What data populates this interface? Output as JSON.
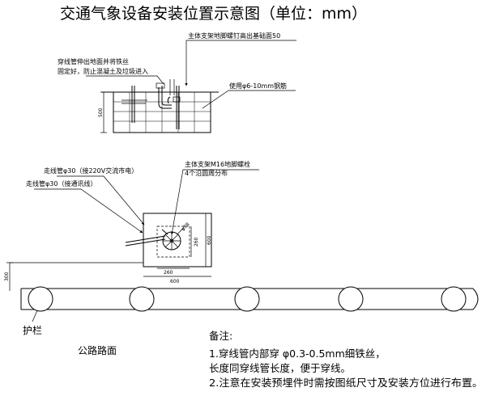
{
  "title": "交通气象设备安装位置示意图（单位：mm）",
  "section_view": {
    "label_bolt_height": "主体支架地脚螺钉高出基础面50",
    "label_conduit_line1": "穿线管伸出地面并将铁丝",
    "label_conduit_line2": "固定好，防止混凝土及垃圾进入",
    "label_rebar": "使用φ6-10mm钢筋",
    "dim_height": "500"
  },
  "plan_view": {
    "label_power_conduit": "走线管φ30（接220V交流市电）",
    "label_comm_conduit": "走线管φ30（接通讯线）",
    "label_anchor_line1": "主体支架M16地脚螺栓",
    "label_anchor_line2": "4个沿圆周分布",
    "dim_circle": "φ78",
    "dim_260_v": "260",
    "dim_600_v": "600",
    "dim_260_h": "260",
    "dim_600_h": "600",
    "dim_300": "300"
  },
  "guardrail_label": "护栏",
  "road_label": "公路路面",
  "notes": {
    "heading": "备注:",
    "line1": "1.穿线管内部穿 φ0.3-0.5mm细铁丝，",
    "line2": "长度同穿线管长度，便于穿线。",
    "line3": "2.注意在安装预埋件时需按图纸尺寸及安装方位进行布置。"
  }
}
